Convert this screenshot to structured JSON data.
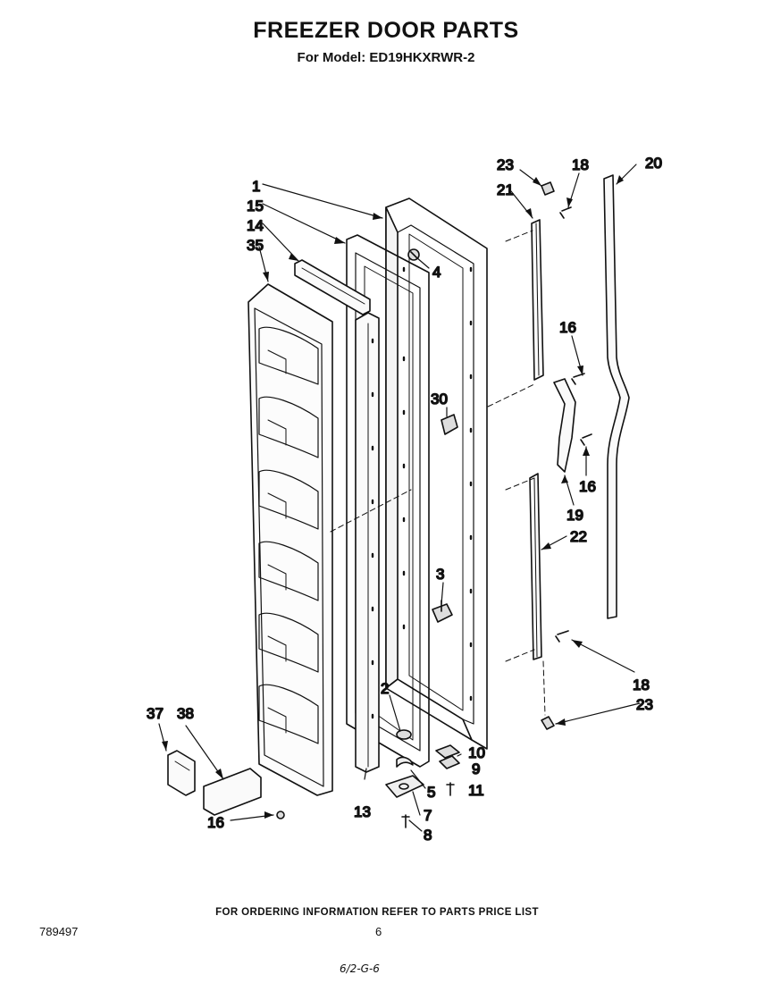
{
  "header": {
    "title": "FREEZER DOOR PARTS",
    "model": "For Model: ED19HKXRWR-2"
  },
  "footer": {
    "ordering": "FOR ORDERING INFORMATION REFER TO PARTS PRICE LIST",
    "code": "789497",
    "page": "6",
    "handwritten": "6/2-G-6"
  },
  "callouts": {
    "c1": "1",
    "c15": "15",
    "c14": "14",
    "c35": "35",
    "c4": "4",
    "c30": "30",
    "c3": "3",
    "c2": "2",
    "c23a": "23",
    "c18a": "18",
    "c20": "20",
    "c21": "21",
    "c16a": "16",
    "c16b": "16",
    "c19": "19",
    "c22": "22",
    "c18b": "18",
    "c23b": "23",
    "c10": "10",
    "c9": "9",
    "c11": "11",
    "c5": "5",
    "c7": "7",
    "c8": "8",
    "c13": "13",
    "c37": "37",
    "c38": "38",
    "c16c": "16"
  }
}
